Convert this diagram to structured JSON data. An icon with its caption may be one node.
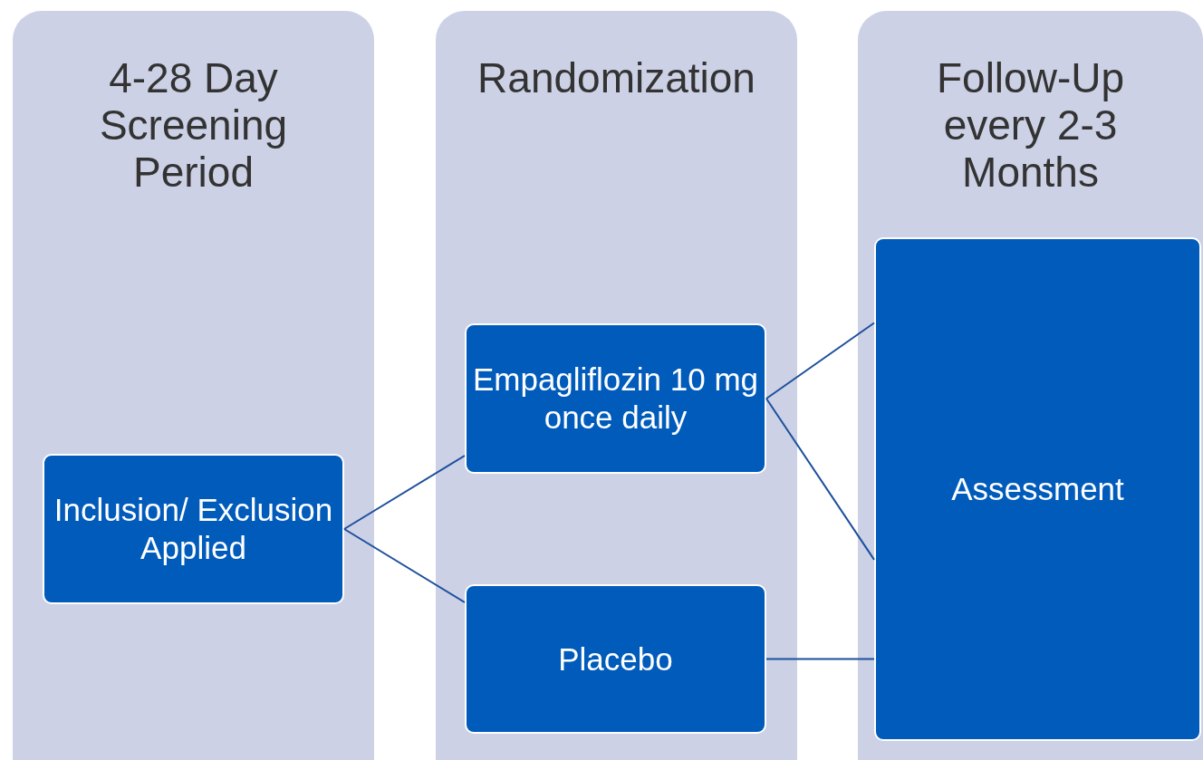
{
  "diagram": {
    "nodes": [
      {
        "text": [
          "4-28 Day Screening Period"
        ]
      },
      {
        "text": [
          "Randomization"
        ]
      },
      {
        "text": [
          "Follow-Up every 2-3 Months"
        ]
      },
      {
        "text": [
          "Inclusion/ Exclusion Applied"
        ],
        "in": 0
      },
      {
        "text": [
          "Empagliflozin 10 mg once daily"
        ],
        "in": 1
      },
      {
        "text": [
          "Placebo"
        ],
        "in": 1
      },
      {
        "text": [
          "Assessment"
        ],
        "in": 2
      }
    ],
    "edges": [
      {
        "from": 3,
        "to": 4,
        "arrow": "none"
      },
      {
        "from": 3,
        "to": 5,
        "arrow": "none"
      },
      {
        "from": 4,
        "to": 6,
        "arrow": "none"
      },
      {
        "from": 4,
        "to": 6,
        "arrow": "none"
      },
      {
        "from": 5,
        "to": 6,
        "arrow": "none"
      }
    ]
  }
}
